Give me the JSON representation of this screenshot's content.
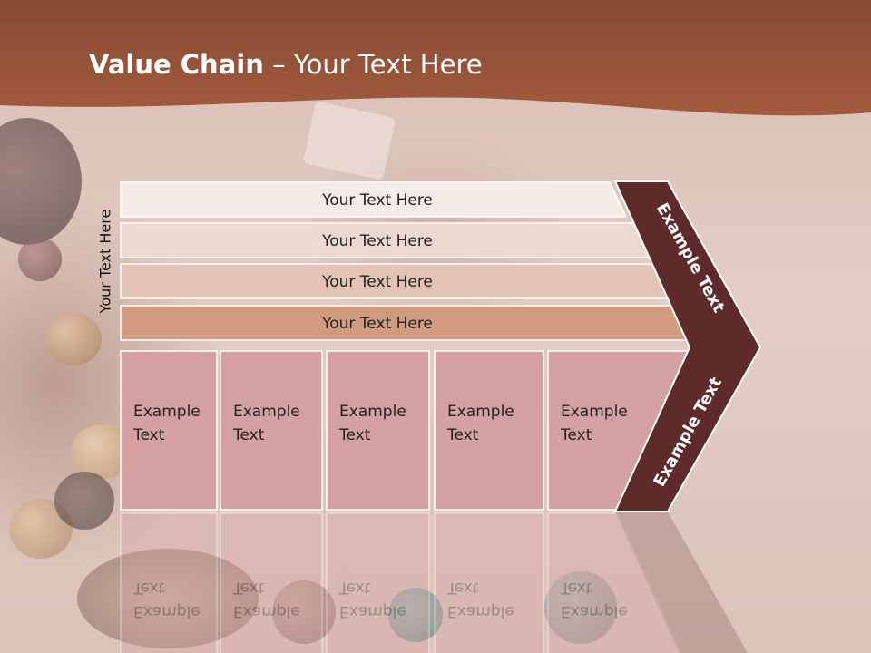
{
  "slide": {
    "title_bold": "Value Chain",
    "title_rest": " – Your Text Here",
    "side_label": "Your Text Here"
  },
  "support_bars": [
    {
      "label": "Your Text Here",
      "color": "#f5ebe7"
    },
    {
      "label": "Your Text Here",
      "color": "#edd9d1"
    },
    {
      "label": "Your Text Here",
      "color": "#e3c3b3"
    },
    {
      "label": "Your Text Here",
      "color": "#d19b80"
    }
  ],
  "primary_boxes": [
    {
      "line1": "Example",
      "line2": "Text"
    },
    {
      "line1": "Example",
      "line2": "Text"
    },
    {
      "line1": "Example",
      "line2": "Text"
    },
    {
      "line1": "Example",
      "line2": "Text"
    },
    {
      "line1": "Example",
      "line2": "Text"
    }
  ],
  "chevron": {
    "upper_label": "Example Text",
    "lower_label": "Example Text",
    "color": "#5e2a2a"
  },
  "colors": {
    "header": "#a35a3e",
    "box_fill": "#d4a0a2",
    "box_border": "#ffffff"
  }
}
